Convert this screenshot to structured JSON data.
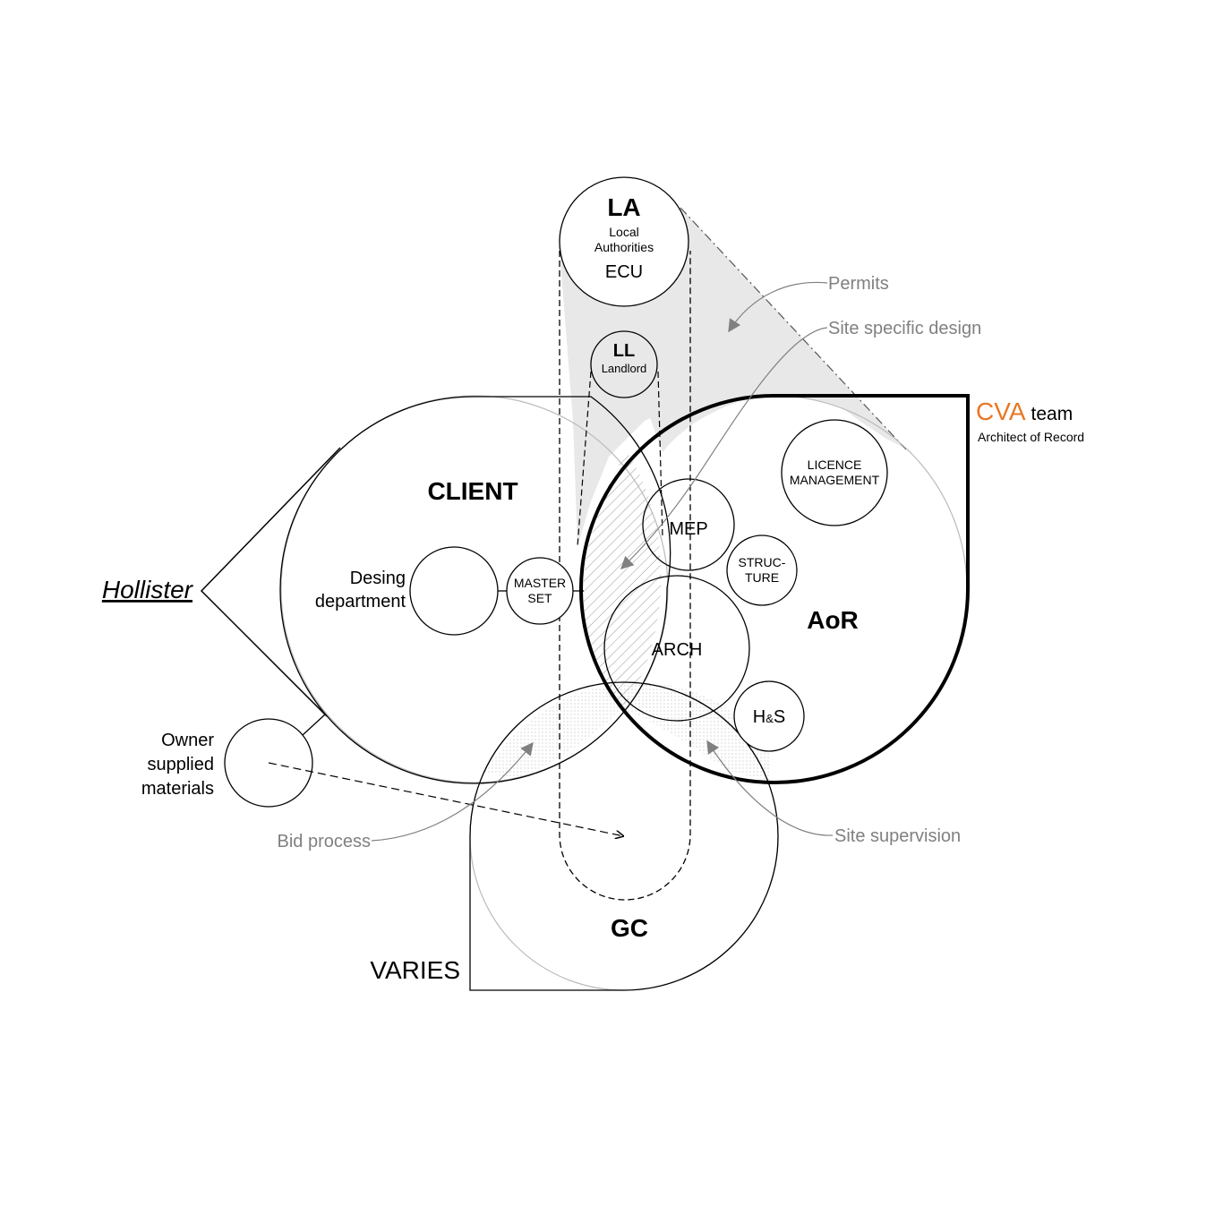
{
  "entities": {
    "la": {
      "abbr": "LA",
      "name_line1": "Local",
      "name_line2": "Authorities",
      "sub": "ECU"
    },
    "ll": {
      "abbr": "LL",
      "name": "Landlord"
    },
    "client": {
      "name": "CLIENT"
    },
    "design_department": {
      "line1": "Desing",
      "line2": "department"
    },
    "master_set": {
      "line1": "MASTER",
      "line2": "SET"
    },
    "mep": {
      "name": "MEP"
    },
    "structure": {
      "line1": "STRUC-",
      "line2": "TURE"
    },
    "arch": {
      "name": "ARCH"
    },
    "aor": {
      "name": "AoR"
    },
    "hs": {
      "name_h": "H",
      "name_amp": "&",
      "name_s": "S"
    },
    "licence_management": {
      "line1": "LICENCE",
      "line2": "MANAGEMENT"
    },
    "gc": {
      "name": "GC",
      "label": "VARIES"
    },
    "owner_supplied_materials": {
      "line1": "Owner",
      "line2": "supplied",
      "line3": "materials"
    }
  },
  "labels": {
    "hollister": "Hollister",
    "cva_brand": "CVA",
    "cva_team": "team",
    "architect_of_record": "Architect of Record"
  },
  "annotations": {
    "permits": "Permits",
    "site_specific_design": "Site specific design",
    "bid_process": "Bid process",
    "site_supervision": "Site supervision"
  },
  "colors": {
    "cva_accent": "#e87722",
    "annotation_grey": "#808080",
    "shade_grey": "#e8e8e8"
  }
}
